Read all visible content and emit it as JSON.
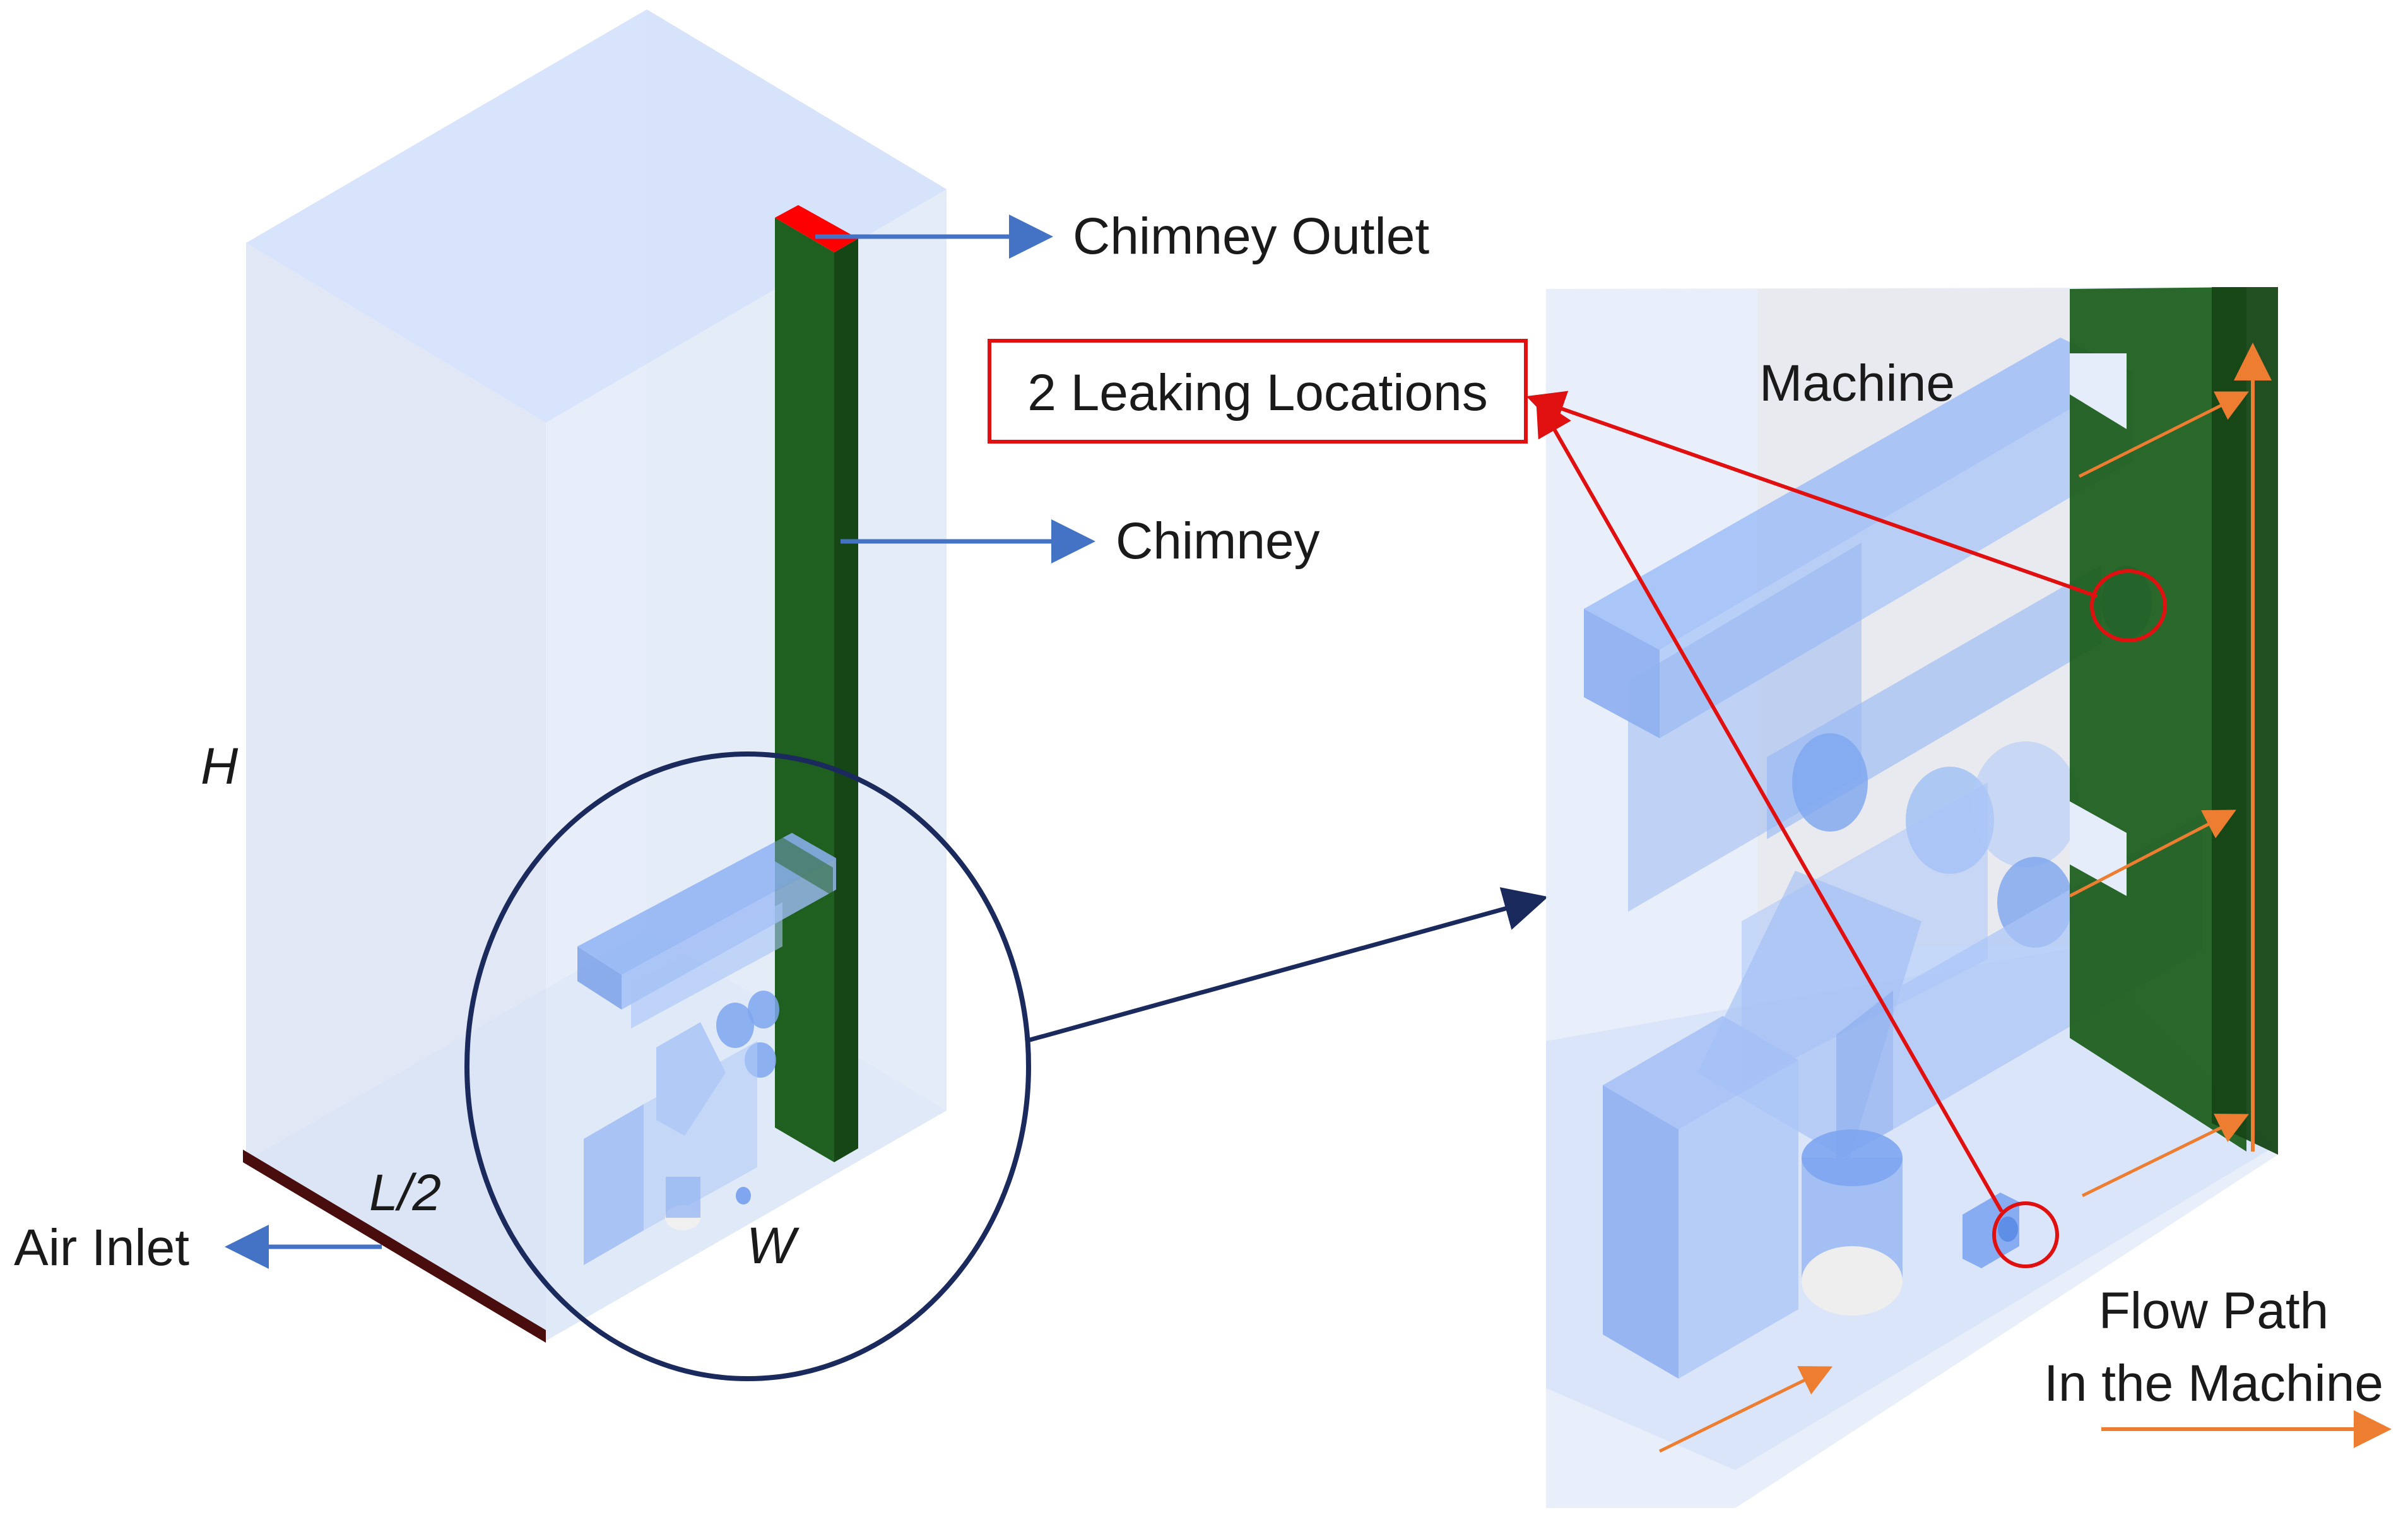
{
  "labels": {
    "chimney_outlet": "Chimney Outlet",
    "chimney": "Chimney",
    "leaking": "2 Leaking Locations",
    "machine": "Machine",
    "height": "H",
    "half_length": "L/2",
    "width": "W",
    "air_inlet": "Air Inlet",
    "flow_path_line1": "Flow Path",
    "flow_path_line2": "In the Machine"
  },
  "colors": {
    "domain_fill": "#dbe6f7",
    "chimney_green": "#1f5f1f",
    "outlet_red": "#ff0000",
    "inlet_dark": "#4a0d0d",
    "arrow_blue": "#4472c4",
    "leak_red": "#e01010",
    "flow_orange": "#ed7d31",
    "circle_navy": "#1b2a5c",
    "machine_blue": "#8fb3f5"
  }
}
